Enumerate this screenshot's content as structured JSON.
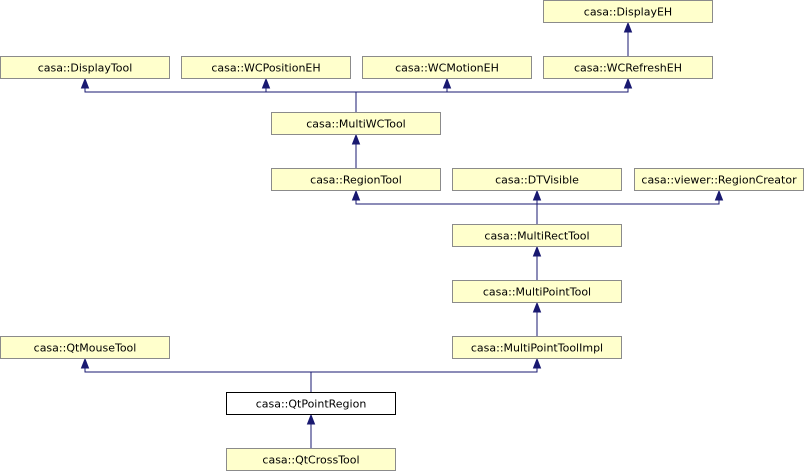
{
  "diagram": {
    "nodes": [
      {
        "id": "display_eh",
        "label": "casa::DisplayEH",
        "current": false
      },
      {
        "id": "display_tool",
        "label": "casa::DisplayTool",
        "current": false
      },
      {
        "id": "wc_position_eh",
        "label": "casa::WCPositionEH",
        "current": false
      },
      {
        "id": "wc_motion_eh",
        "label": "casa::WCMotionEH",
        "current": false
      },
      {
        "id": "wc_refresh_eh",
        "label": "casa::WCRefreshEH",
        "current": false
      },
      {
        "id": "multi_wc_tool",
        "label": "casa::MultiWCTool",
        "current": false
      },
      {
        "id": "region_tool",
        "label": "casa::RegionTool",
        "current": false
      },
      {
        "id": "dt_visible",
        "label": "casa::DTVisible",
        "current": false
      },
      {
        "id": "region_creator",
        "label": "casa::viewer::RegionCreator",
        "current": false
      },
      {
        "id": "multi_rect_tool",
        "label": "casa::MultiRectTool",
        "current": false
      },
      {
        "id": "multi_point_tool",
        "label": "casa::MultiPointTool",
        "current": false
      },
      {
        "id": "qt_mouse_tool",
        "label": "casa::QtMouseTool",
        "current": false
      },
      {
        "id": "multi_point_tool_impl",
        "label": "casa::MultiPointToolImpl",
        "current": false
      },
      {
        "id": "qt_point_region",
        "label": "casa::QtPointRegion",
        "current": true
      },
      {
        "id": "qt_cross_tool",
        "label": "casa::QtCrossTool",
        "current": false
      }
    ],
    "edges": [
      {
        "from": "wc_refresh_eh",
        "to": "display_eh"
      },
      {
        "from": "multi_wc_tool",
        "to": "display_tool"
      },
      {
        "from": "multi_wc_tool",
        "to": "wc_position_eh"
      },
      {
        "from": "multi_wc_tool",
        "to": "wc_motion_eh"
      },
      {
        "from": "multi_wc_tool",
        "to": "wc_refresh_eh"
      },
      {
        "from": "region_tool",
        "to": "multi_wc_tool"
      },
      {
        "from": "multi_rect_tool",
        "to": "region_tool"
      },
      {
        "from": "multi_rect_tool",
        "to": "dt_visible"
      },
      {
        "from": "multi_rect_tool",
        "to": "region_creator"
      },
      {
        "from": "multi_point_tool",
        "to": "multi_rect_tool"
      },
      {
        "from": "multi_point_tool_impl",
        "to": "multi_point_tool"
      },
      {
        "from": "qt_point_region",
        "to": "qt_mouse_tool"
      },
      {
        "from": "qt_point_region",
        "to": "multi_point_tool_impl"
      },
      {
        "from": "qt_cross_tool",
        "to": "qt_point_region"
      }
    ],
    "colors": {
      "node_fill": "#ffffcc",
      "node_border": "#8b8b8b",
      "current_fill": "#ffffff",
      "current_border": "#000000",
      "edge": "#191970"
    }
  }
}
